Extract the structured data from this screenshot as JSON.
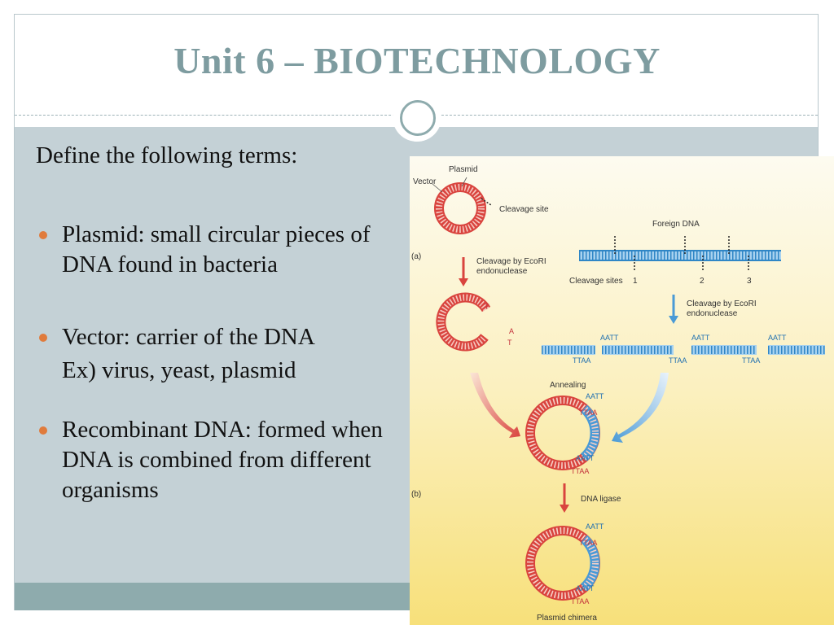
{
  "slide": {
    "title": "Unit 6 – BIOTECHNOLOGY",
    "intro": "Define the following terms:",
    "bullets": [
      {
        "text": "Plasmid: small circular pieces of DNA found in bacteria"
      },
      {
        "text": "Vector: carrier of the DNA",
        "sub": "Ex) virus, yeast, plasmid"
      },
      {
        "text": "Recombinant DNA: formed when DNA is combined from different organisms"
      }
    ],
    "colors": {
      "title": "#7e9ca0",
      "content_bg": "#c4d1d6",
      "footer": "#8eabad",
      "bullet": "#e07b3c"
    }
  },
  "figure": {
    "labels": {
      "plasmid": "Plasmid",
      "vector": "Vector",
      "cleavage_site": "Cleavage site",
      "foreign_dna": "Foreign DNA",
      "panel_a": "(a)",
      "cleavage_ecori_1": "Cleavage by EcoRI",
      "endonuclease_1": "endonuclease",
      "cleavage_sites": "Cleavage sites",
      "site_1": "1",
      "site_2": "2",
      "site_3": "3",
      "cleavage_ecori_2": "Cleavage by EcoRI",
      "endonuclease_2": "endonuclease",
      "aatt": "AATT",
      "ttaa": "TTAA",
      "annealing": "Annealing",
      "panel_b": "(b)",
      "dna_ligase": "DNA ligase",
      "plasmid_chimera": "Plasmid chimera",
      "a_letter": "A",
      "t_letter": "T"
    }
  }
}
